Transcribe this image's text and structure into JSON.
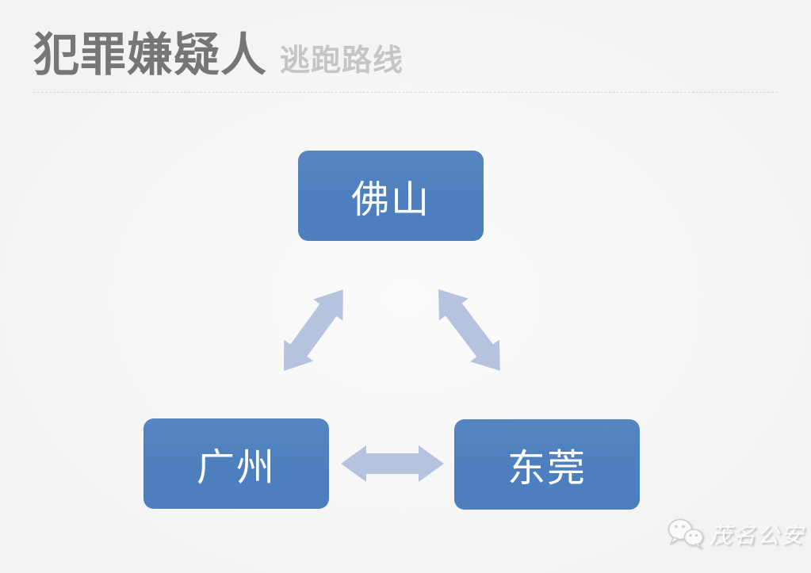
{
  "header": {
    "title": "犯罪嫌疑人",
    "subtitle": "逃跑路线"
  },
  "diagram": {
    "type": "cycle-diagram",
    "nodes": [
      {
        "id": "foshan",
        "label": "佛山",
        "position": "top-center"
      },
      {
        "id": "guangzhou",
        "label": "广州",
        "position": "bottom-left"
      },
      {
        "id": "dongguan",
        "label": "东莞",
        "position": "bottom-right"
      }
    ],
    "edges": [
      {
        "from": "foshan",
        "to": "guangzhou",
        "style": "double-headed-arrow"
      },
      {
        "from": "foshan",
        "to": "dongguan",
        "style": "double-headed-arrow"
      },
      {
        "from": "guangzhou",
        "to": "dongguan",
        "style": "double-headed-arrow"
      }
    ]
  },
  "watermark": {
    "icon": "wechat-icon",
    "text": "茂名公安"
  },
  "colors": {
    "bg": "#f3f3f3",
    "node-blue": "#4d7ebd",
    "node-blue-light": "#5585c2",
    "arrow-blue": "#b5c3de",
    "title-gray": "#767676",
    "subtitle-gray": "#c5c5c5",
    "divider": "#d8d8d8"
  }
}
